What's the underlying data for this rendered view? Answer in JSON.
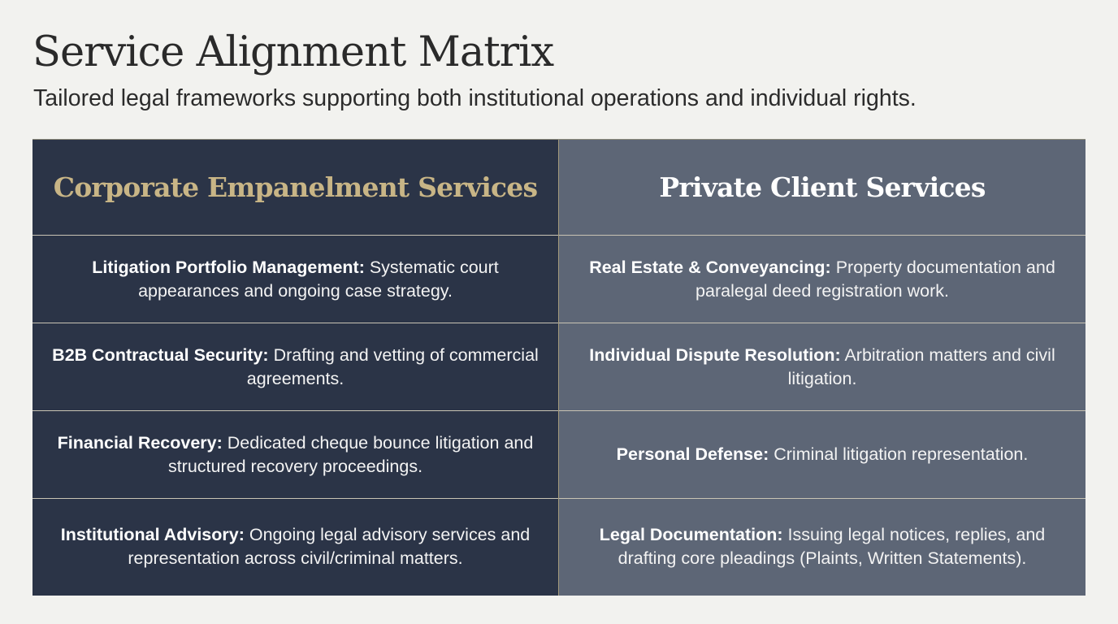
{
  "title": "Service Alignment Matrix",
  "subtitle": "Tailored legal frameworks supporting both institutional operations and individual rights.",
  "columns": [
    {
      "heading": "Corporate Empanelment Services",
      "heading_color": "#c8b586",
      "background": "#2b3447",
      "rows": [
        {
          "term": "Litigation Portfolio Management:",
          "text": "Systematic court appearances and ongoing case strategy."
        },
        {
          "term": "B2B Contractual Security:",
          "text": "Drafting and vetting of commercial agreements."
        },
        {
          "term": "Financial Recovery:",
          "text": "Dedicated cheque bounce litigation and structured recovery proceedings."
        },
        {
          "term": "Institutional Advisory:",
          "text": "Ongoing legal advisory services and representation across civil/criminal matters."
        }
      ]
    },
    {
      "heading": "Private Client Services",
      "heading_color": "#ffffff",
      "background": "#5d6676",
      "rows": [
        {
          "term": "Real Estate & Conveyancing:",
          "text": "Property documentation and paralegal deed registration work."
        },
        {
          "term": "Individual Dispute Resolution:",
          "text": "Arbitration matters and civil litigation."
        },
        {
          "term": "Personal Defense:",
          "text": "Criminal litigation representation."
        },
        {
          "term": "Legal Documentation:",
          "text": "Issuing legal notices, replies, and drafting core pleadings (Plaints, Written Statements)."
        }
      ]
    }
  ]
}
